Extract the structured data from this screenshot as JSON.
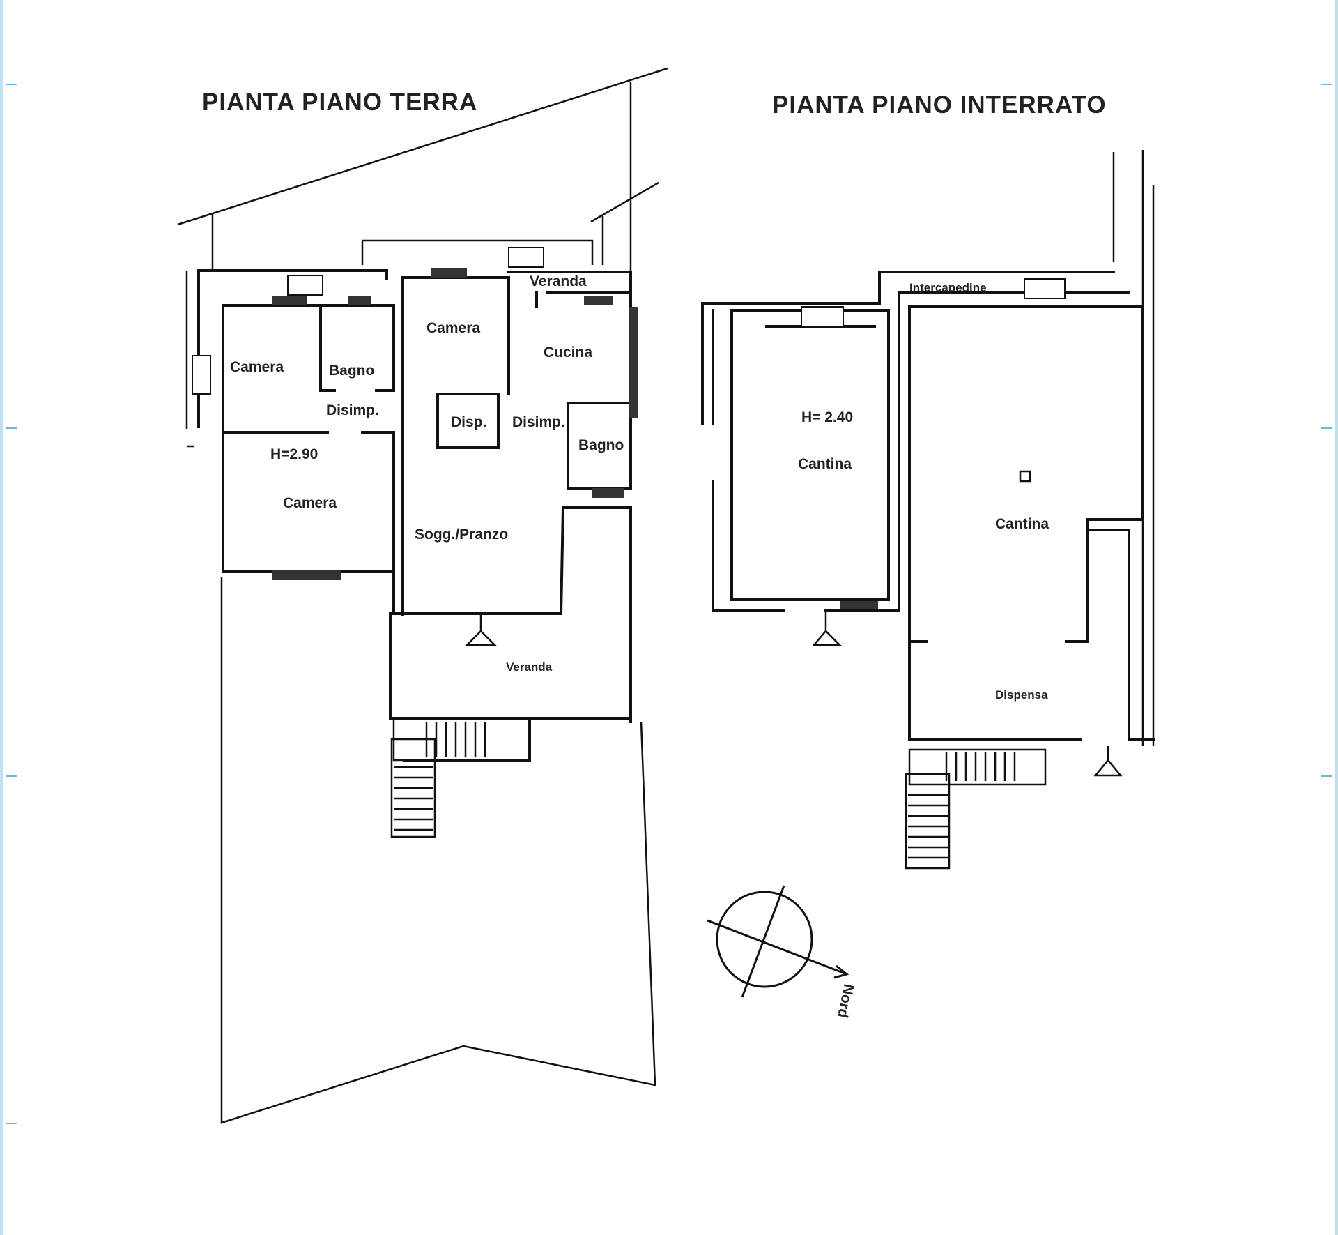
{
  "floor_plans": [
    {
      "title": "PIANTA PIANO TERRA",
      "rooms": [
        "Camera",
        "Bagno",
        "Disimp.",
        "Camera",
        "Veranda",
        "Cucina",
        "Disp.",
        "Disimp.",
        "Bagno",
        "Camera",
        "Sogg./Pranzo",
        "Veranda"
      ],
      "height_label": "H=2.90"
    },
    {
      "title": "PIANTA PIANO INTERRATO",
      "rooms": [
        "Intercapedine",
        "Cantina",
        "Cantina",
        "Dispensa"
      ],
      "height_label": "H= 2.40"
    }
  ],
  "compass": {
    "label": "Nord"
  }
}
